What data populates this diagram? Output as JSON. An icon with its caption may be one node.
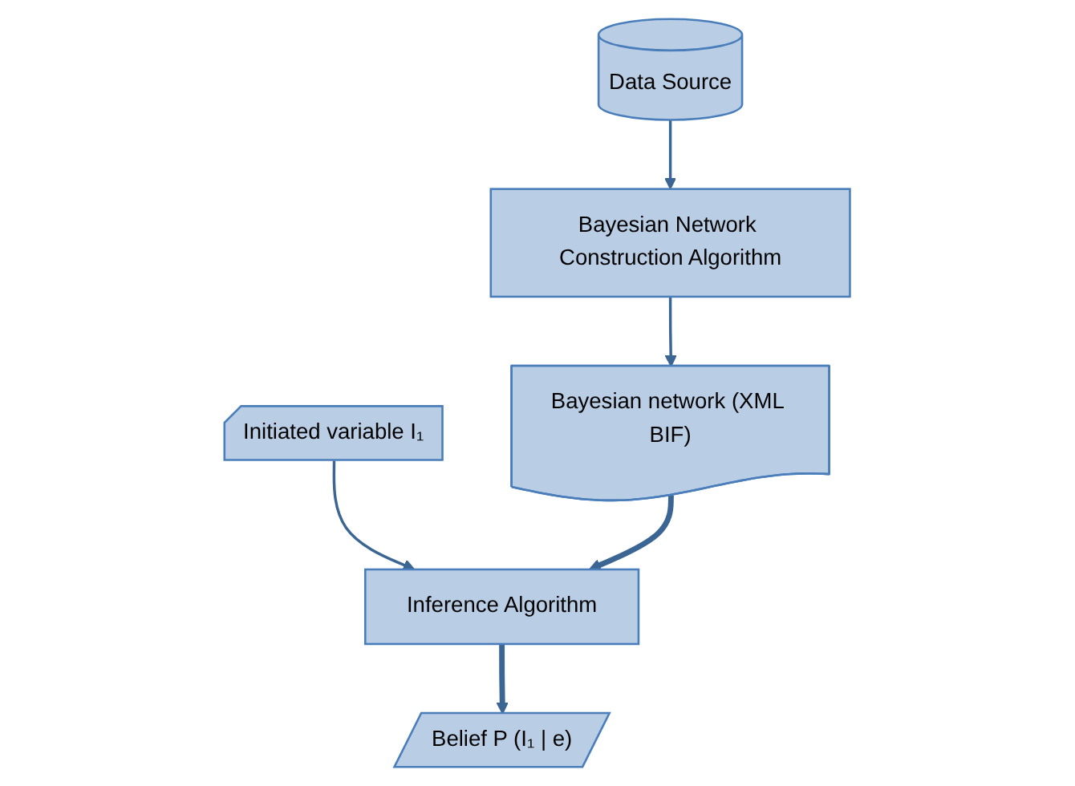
{
  "diagram": {
    "nodes": [
      {
        "text": [
          "Data Source"
        ]
      },
      {
        "text": [
          "Bayesian Network Construction Algorithm"
        ]
      },
      {
        "text": [
          "Initiated variable I₁"
        ]
      },
      {
        "text": [
          "Bayesian network (XML BIF)"
        ]
      },
      {
        "text": [
          "Inference Algorithm"
        ]
      },
      {
        "text": [
          "Belief P (I₁ | e)"
        ]
      }
    ],
    "edges": [
      {
        "from": 0,
        "to": 1,
        "arrow": "to"
      },
      {
        "from": 1,
        "to": 3,
        "arrow": "to"
      },
      {
        "from": 2,
        "to": 4,
        "arrow": "to"
      },
      {
        "from": 3,
        "to": 4,
        "arrow": "to",
        "style": "thick"
      },
      {
        "from": 4,
        "to": 5,
        "arrow": "to",
        "style": "thick"
      }
    ]
  }
}
